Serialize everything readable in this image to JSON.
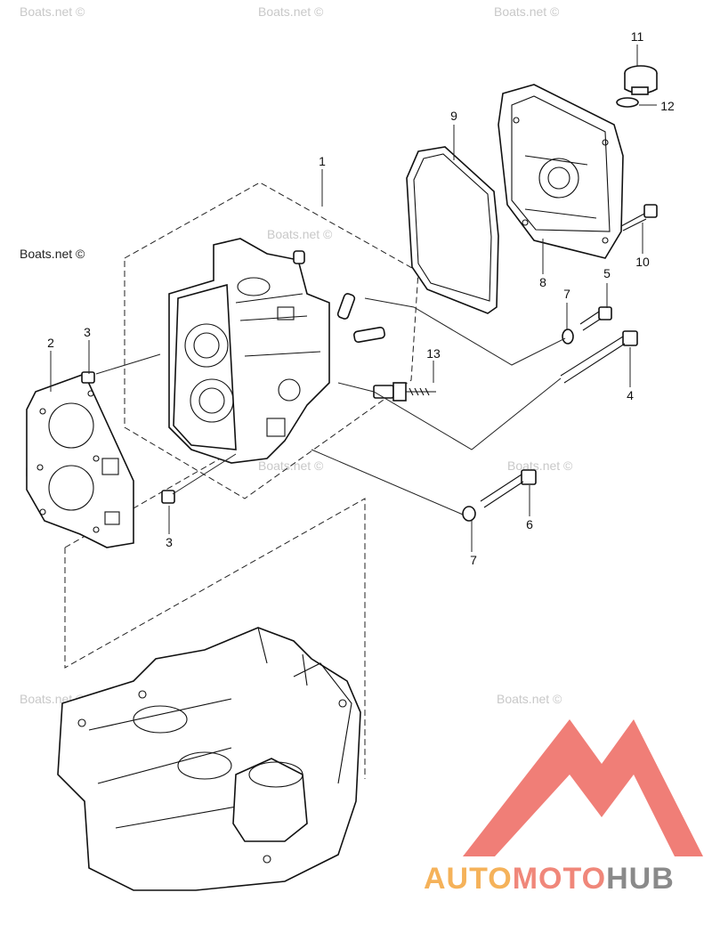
{
  "watermark": {
    "main": "Boats.net ©",
    "faint": "Boats.net ©"
  },
  "callouts": [
    {
      "id": "1",
      "label": "1"
    },
    {
      "id": "2",
      "label": "2"
    },
    {
      "id": "3a",
      "label": "3"
    },
    {
      "id": "3b",
      "label": "3"
    },
    {
      "id": "4",
      "label": "4"
    },
    {
      "id": "5",
      "label": "5"
    },
    {
      "id": "6",
      "label": "6"
    },
    {
      "id": "7a",
      "label": "7"
    },
    {
      "id": "7b",
      "label": "7"
    },
    {
      "id": "8",
      "label": "8"
    },
    {
      "id": "9",
      "label": "9"
    },
    {
      "id": "10",
      "label": "10"
    },
    {
      "id": "11",
      "label": "11"
    },
    {
      "id": "12",
      "label": "12"
    },
    {
      "id": "13",
      "label": "13"
    }
  ],
  "logo": {
    "part1": "AUTO",
    "part2": "MOTO",
    "part3": "HUB",
    "color_auto": "#f5b25a",
    "color_moto": "#f0877a",
    "color_hub": "#8a8a8a",
    "triangle_color": "#f07e77"
  }
}
